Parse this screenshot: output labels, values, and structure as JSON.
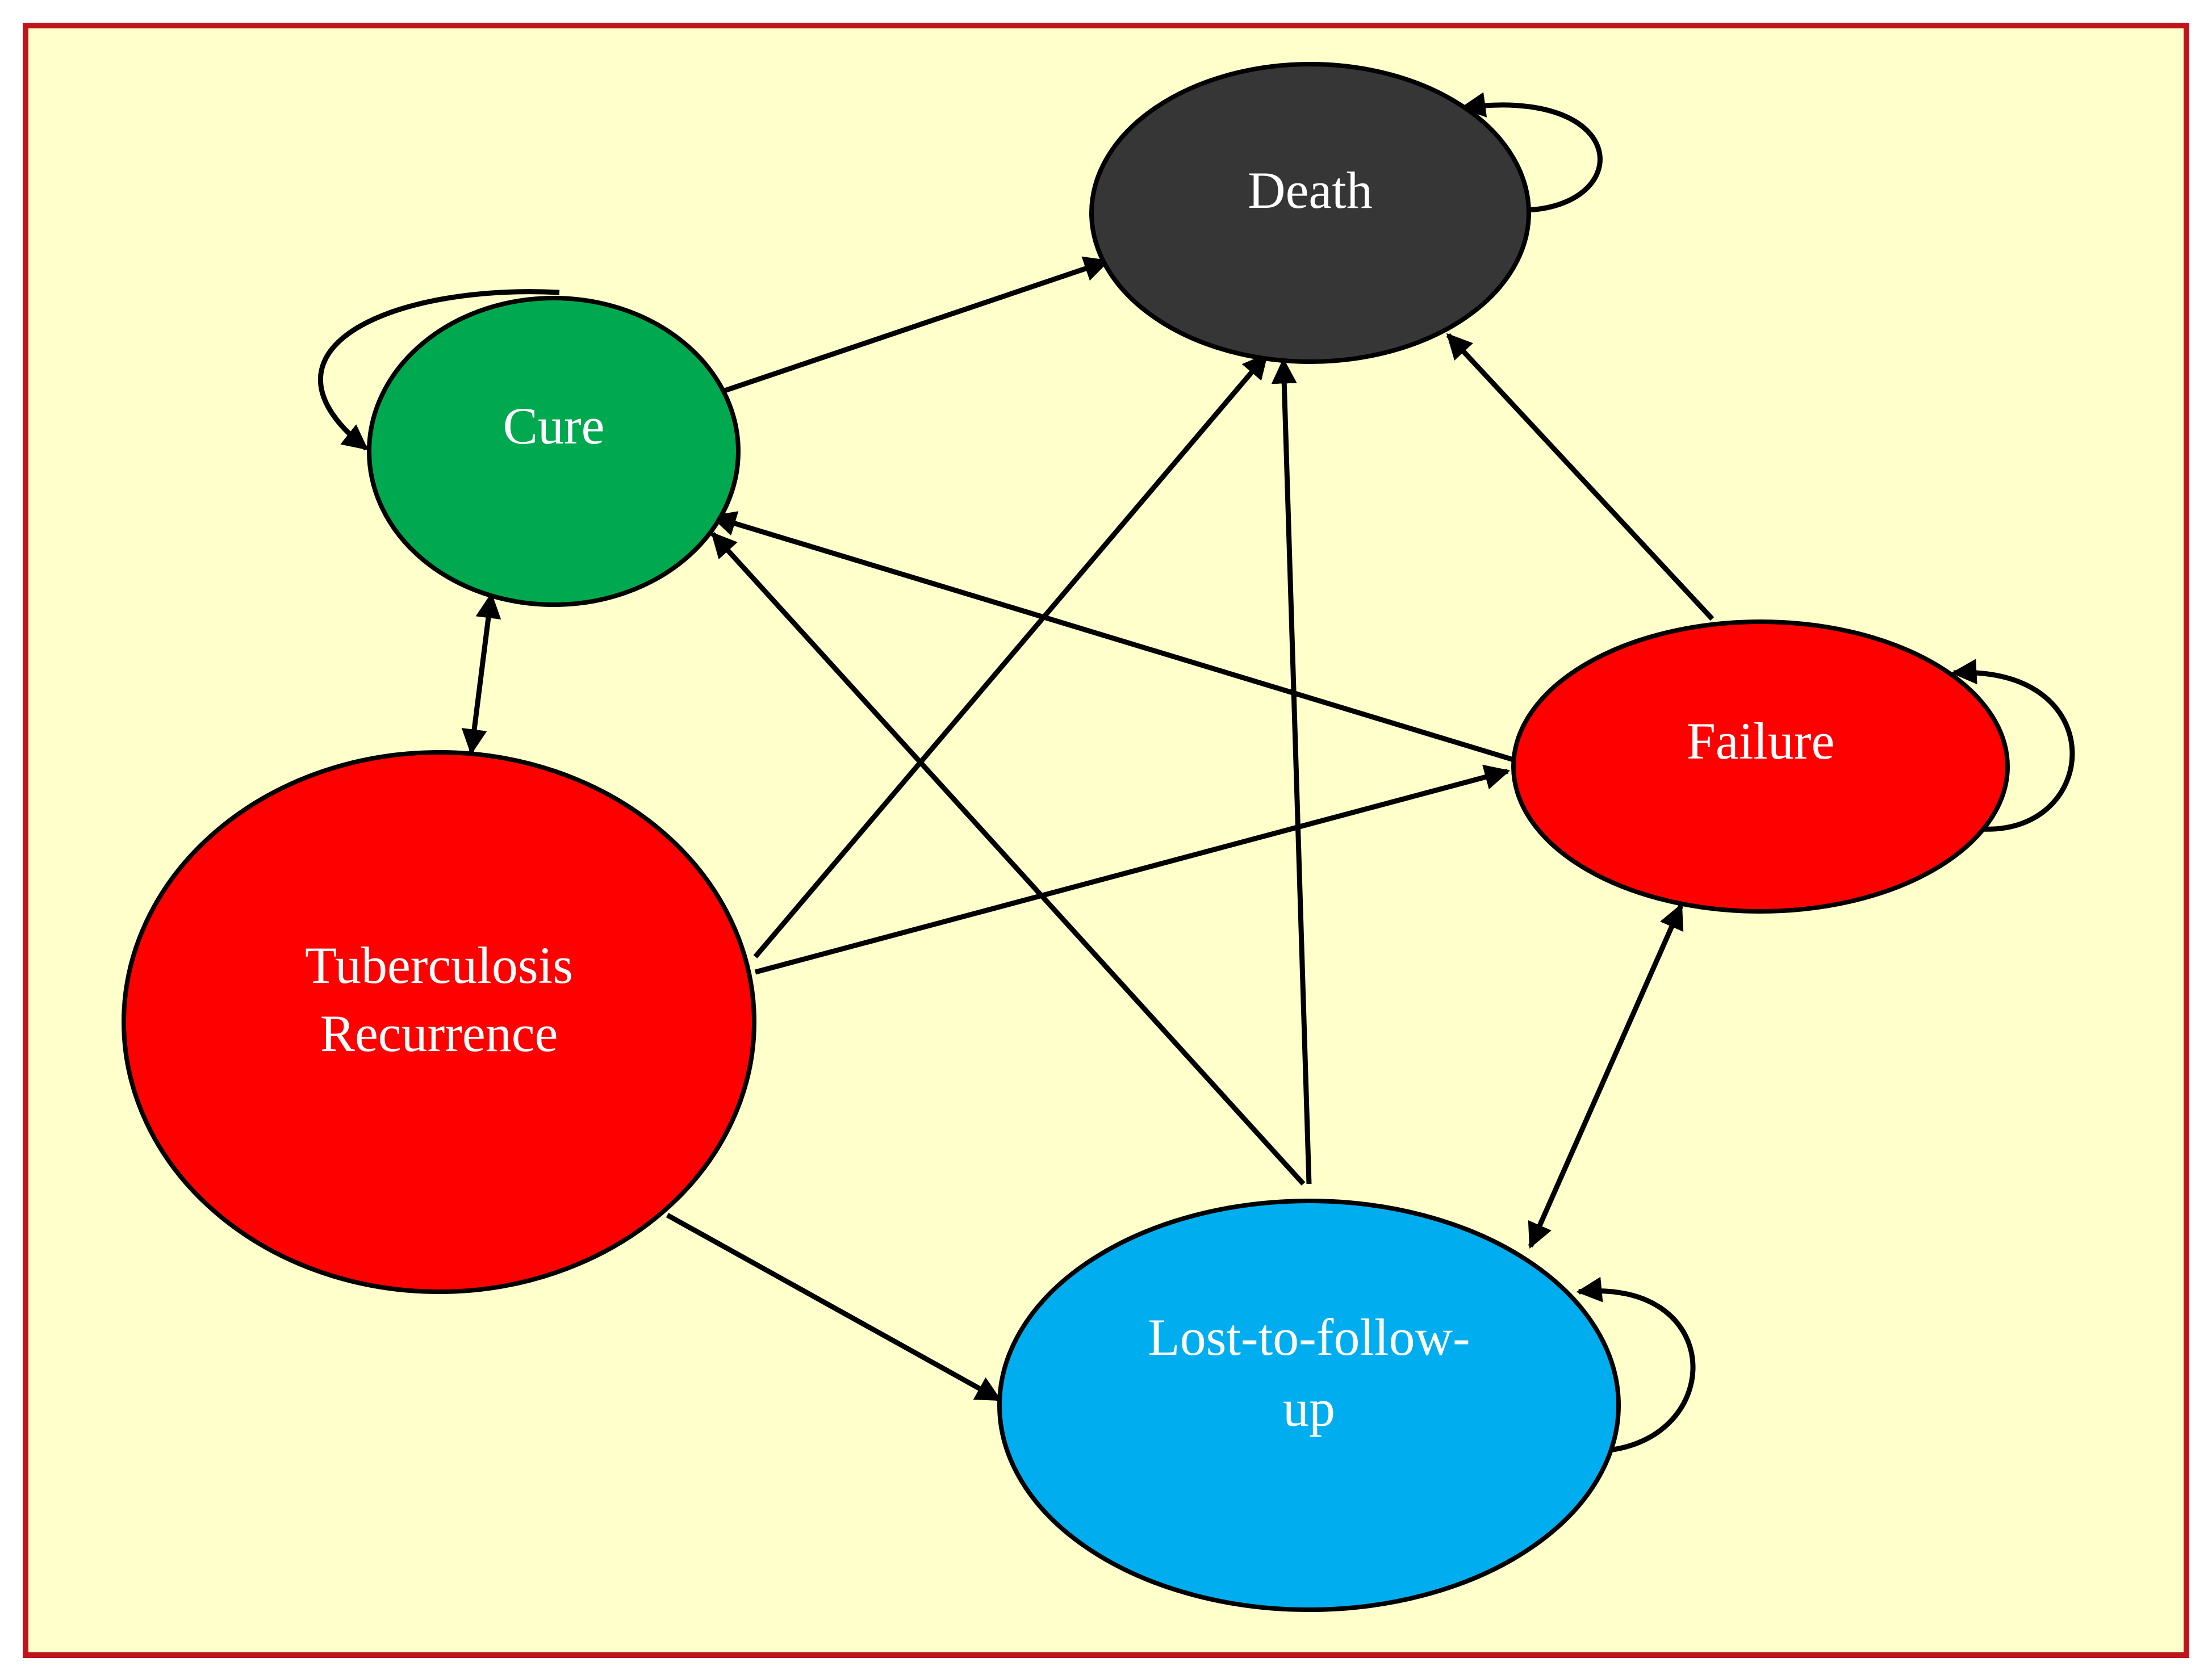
{
  "diagram": {
    "colors": {
      "background": "#ffffcc",
      "frame": "#c0141c",
      "cure": "#00a94f",
      "death": "#363636",
      "failure": "#ff0000",
      "tb_recurrence": "#ff0000",
      "lost": "#00aeef",
      "label": "#ffffff"
    },
    "nodes": {
      "death": {
        "label": "Death"
      },
      "cure": {
        "label": "Cure"
      },
      "failure": {
        "label": "Failure"
      },
      "tb_recurrence": {
        "label_line1": "Tuberculosis",
        "label_line2": "Recurrence"
      },
      "lost": {
        "label_line1": "Lost-to-follow-",
        "label_line2": "up"
      }
    },
    "edges": [
      {
        "from": "cure",
        "to": "death",
        "direction": "one-way"
      },
      {
        "from": "tb_recurrence",
        "to": "death",
        "direction": "one-way"
      },
      {
        "from": "lost",
        "to": "death",
        "direction": "one-way"
      },
      {
        "from": "failure",
        "to": "death",
        "direction": "one-way"
      },
      {
        "from": "failure",
        "to": "cure",
        "direction": "one-way"
      },
      {
        "from": "lost",
        "to": "cure",
        "direction": "one-way"
      },
      {
        "from": "tb_recurrence",
        "to": "failure",
        "direction": "one-way"
      },
      {
        "from": "tb_recurrence",
        "to": "lost",
        "direction": "one-way"
      },
      {
        "from": "cure",
        "to": "tb_recurrence",
        "direction": "two-way"
      },
      {
        "from": "failure",
        "to": "lost",
        "direction": "two-way"
      },
      {
        "from": "death",
        "to": "death",
        "direction": "self-loop"
      },
      {
        "from": "cure",
        "to": "cure",
        "direction": "self-loop"
      },
      {
        "from": "failure",
        "to": "failure",
        "direction": "self-loop"
      },
      {
        "from": "lost",
        "to": "lost",
        "direction": "self-loop"
      }
    ]
  }
}
